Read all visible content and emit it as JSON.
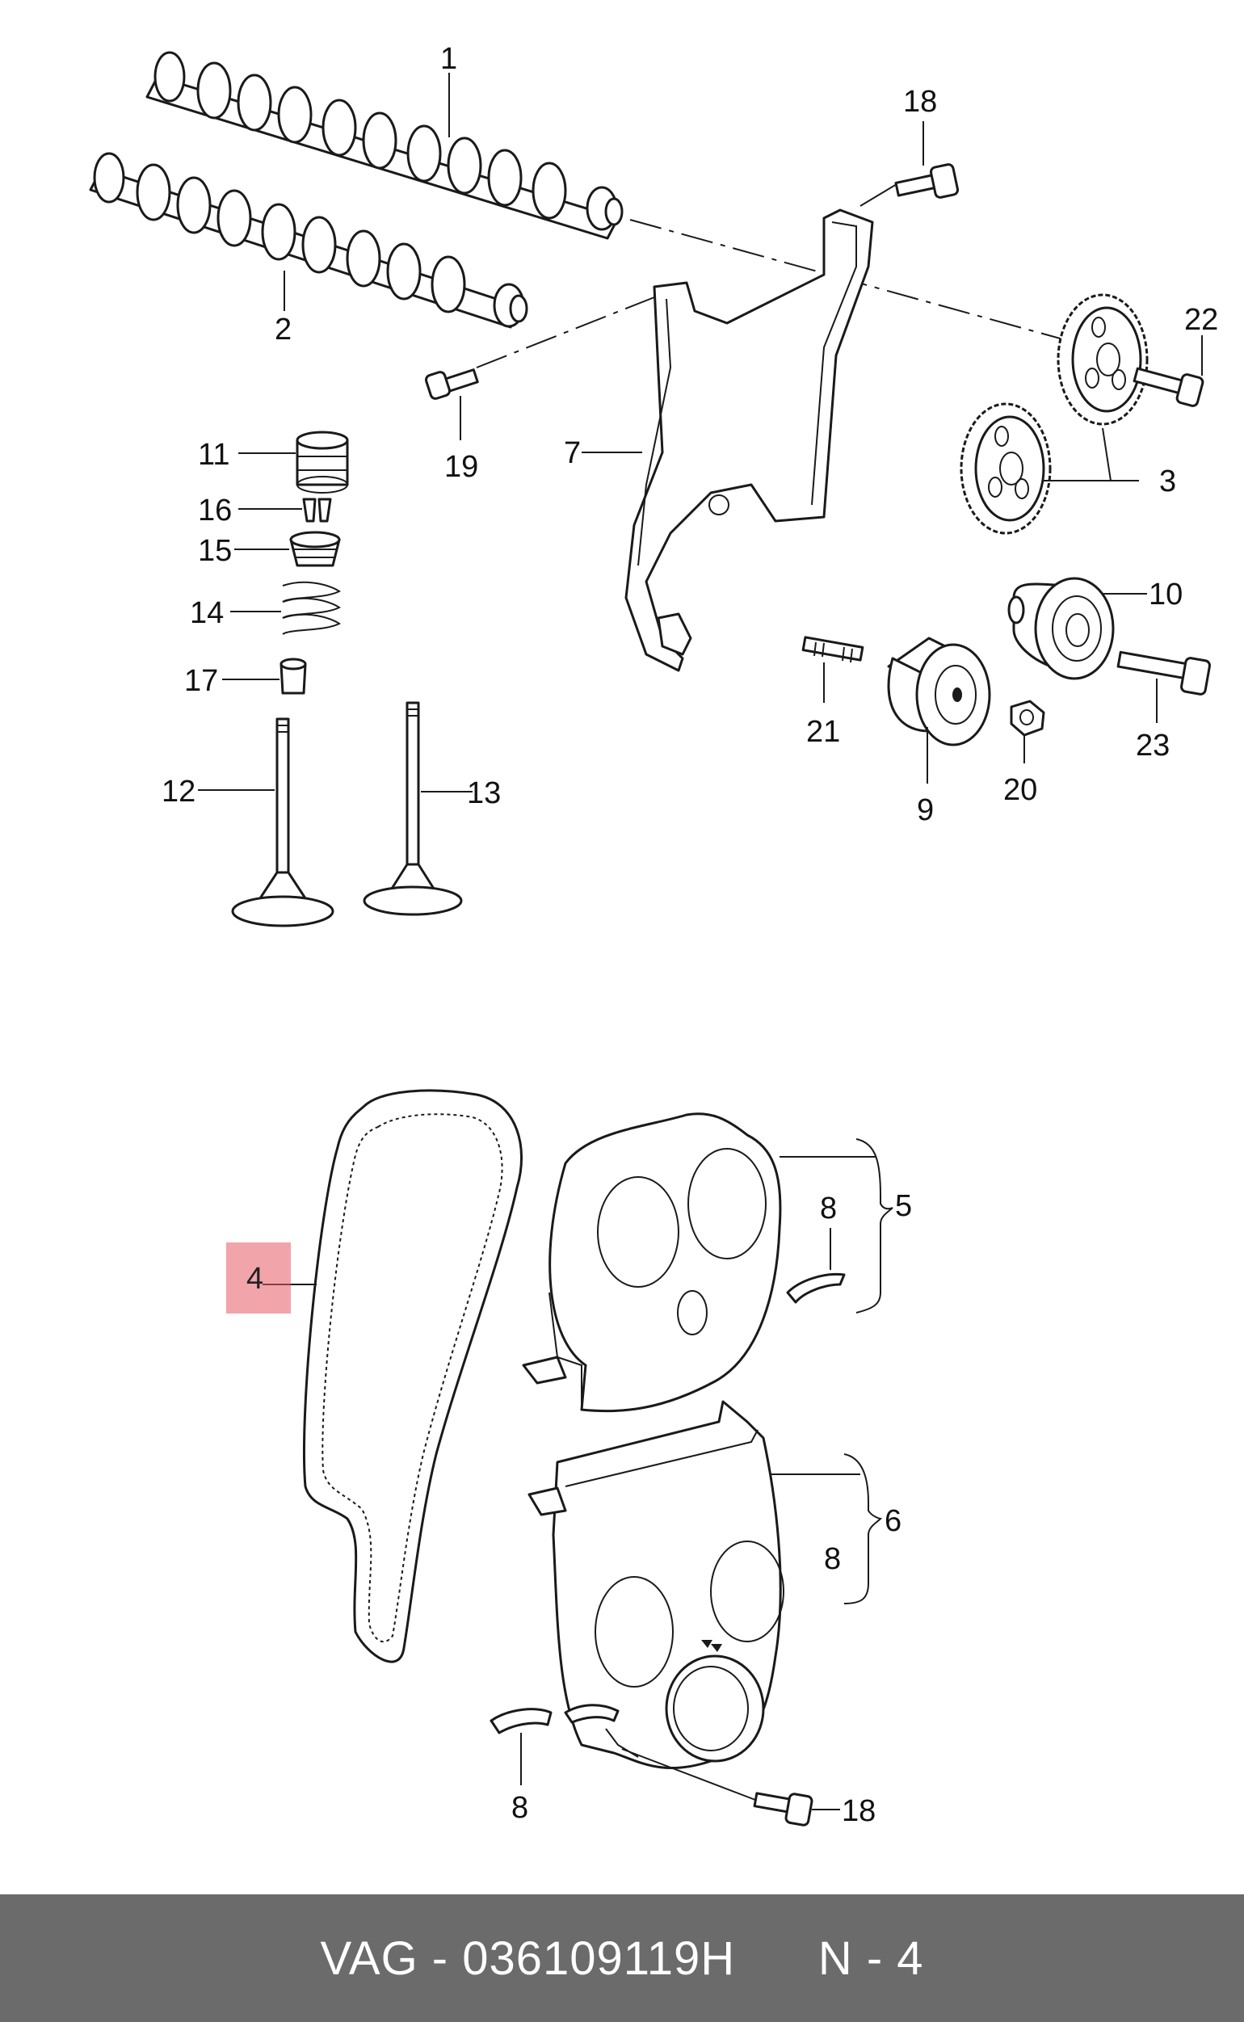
{
  "labels": {
    "l1": "1",
    "l2": "2",
    "l3": "3",
    "l4": "4",
    "l5": "5",
    "l6": "6",
    "l7": "7",
    "l8a": "8",
    "l8b": "8",
    "l8c": "8",
    "l9": "9",
    "l10": "10",
    "l11": "11",
    "l12": "12",
    "l13": "13",
    "l14": "14",
    "l15": "15",
    "l16": "16",
    "l17": "17",
    "l18a": "18",
    "l18b": "18",
    "l19": "19",
    "l20": "20",
    "l21": "21",
    "l22": "22",
    "l23": "23"
  },
  "highlighted_part": "4",
  "footer": {
    "part_number": "VAG - 036109119H",
    "position_label": "N - 4"
  },
  "colors": {
    "footer_background": "#6b6b6b",
    "highlight": "#e65a64",
    "line": "#1a1a1a"
  }
}
